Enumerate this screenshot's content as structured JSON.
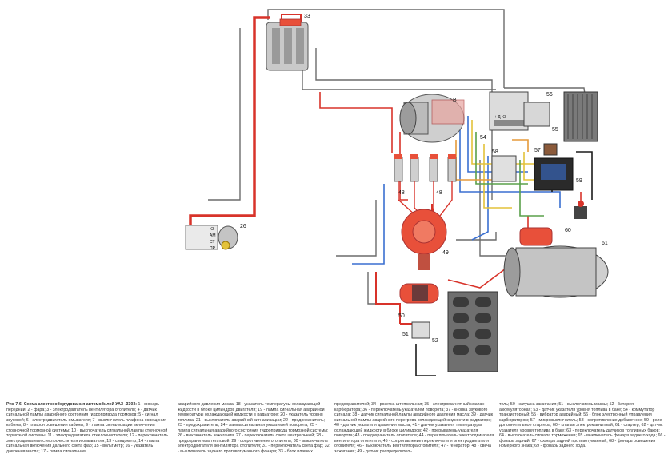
{
  "caption": {
    "title": "Рис 7-6. Схема электрооборудования автомобилей УАЗ -3303:",
    "col1": "1 - фонарь передний; 2 - фара; 3 - электродвигатель вентилятора отопителя; 4 - датчик сигнальной лампы аварийного состояния гидропривода тормозов; 5 - сигнал звуковой; 6 - электродвигатель омывателя; 7 - выключатель плафона освещения кабины; 8 - плафон освещения кабины; 9 - лампа сигнализации включения стояночной тормозной системы; 10 - выключатель сигнальной лампы стояночной тормозной системы; 11 - электродвигатель стеклоочистителя; 12 - переключатель электродвигателя стеклоочистителя и омывателя; 13 - спидометр; 14 - лампа сигнальная включения дальнего света фар; 15 - вольтметр; 16 - указатель давления масла; 17 - лампа сигнальная",
    "col2": "аварийного давления масла; 18 - указатель температуры охлаждающей жидкости в блоке цилиндров двигателя; 19 - лампа сигнальная аварийной температуры охлаждающей жидкости в радиаторе; 20 - указатель уровня топлива; 21 - выключатель аварийной сигнализации; 22 - предохранитель; 23 - предохранитель; 24 - лампа сигнальная указателей поворота; 25 - лампа сигнальная аварийного состояния гидропривода тормозной системы; 26 - выключатель зажигания; 27 - переключатель света центральный; 28 - предохранитель тепловой; 29 - сопротивление отопителя; 30 - выключатель электродвигателя вентилятора отопителя; 31 - переключатель света фар; 32 - выключатель заднего противотуманного фонаря; 33 - блок плавких",
    "col3": "предохранителей; 34 - розетка штепсельная; 35 - электромагнитный клапан карбюратора; 36 - переключатель указателей поворота; 37 - кнопка звукового сигнала; 38 - датчик сигнальной лампы аварийного давления масла; 39 - датчик сигнальной лампы аварийного перегрева охлаждающей жидкости в радиаторе; 40 - датчик указателя давления масла; 41 - датчик указателя температуры охлаждающей жидкости в блоке цилиндров; 42 - прерыватель указателя поворота; 43 - предохранитель отопителя; 44 - переключатель электродвигателя вентилятора отопителя; 45 - сопротивление переключателя электродвигателя отопителя; 46 - выключатель вентилятора отопителя; 47 - генератор; 48 - свеча зажигания; 49 - датчик распределитель",
    "col4": "тель; 50 - катушка зажигания; 51 - выключатель массы; 52 - батарея аккумуляторная; 53 - датчик указателя уровня топлива в баке; 54 - коммутатор транзисторный; 55 - вибратор аварийный; 56 - блок электронный управления карбюратором; 57 - микровыключатель; 58 - сопротивление добавочное; 59 - реле дополнительное стартера; 60 - клапан электромагнитный; 61 - стартер; 62 - датчик указателя уровня топлива в баке; 63 - переключатель датчиков топливных баков; 64 - выключатель сигнала торможения; 65 - выключатель фонаря заднего хода; 66 - фонарь задний; 67 - фонарь задний противотуманный; 68 - фонарь освещения номерного знака; 69 - фонарь заднего хода."
  },
  "callouts": {
    "c33": "33",
    "c26": "26",
    "c48a": "48",
    "c48b": "48",
    "c49": "49",
    "c50": "50",
    "c51": "51",
    "c52": "52",
    "c54": "54",
    "c55": "55",
    "c56": "56",
    "c57": "57",
    "c58": "58",
    "c59": "59",
    "c60": "60",
    "c61": "61"
  },
  "terminals": {
    "gen_b": "В",
    "commutator": "+ Д  КЗ",
    "ign_ks": "КЗ",
    "ign_am": "АМ",
    "ign_st": "СТ",
    "ign_pr": "ПР"
  },
  "colors": {
    "wire_red": "#d8332a",
    "wire_blue": "#3a6fd0",
    "wire_yellow": "#e3c23a",
    "wire_green": "#5aa04a",
    "wire_gray": "#6b6b6b",
    "wire_black": "#1b1b1b",
    "wire_orange": "#e59a3a",
    "part_red": "#e8503a"
  }
}
